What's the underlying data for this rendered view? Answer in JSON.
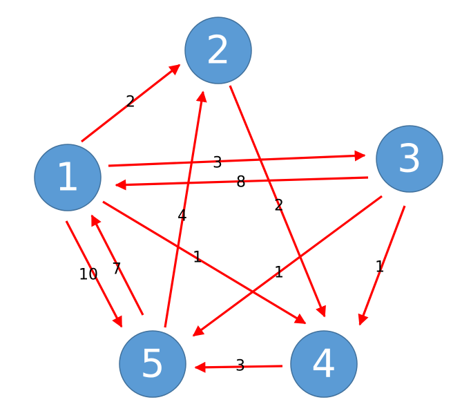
{
  "nodes": [
    {
      "id": "1",
      "label": "1"
    },
    {
      "id": "2",
      "label": "2"
    },
    {
      "id": "3",
      "label": "3"
    },
    {
      "id": "4",
      "label": "4"
    },
    {
      "id": "5",
      "label": "5"
    }
  ],
  "edges": [
    {
      "from": "1",
      "to": "2",
      "weight": "2"
    },
    {
      "from": "1",
      "to": "3",
      "weight": "3"
    },
    {
      "from": "3",
      "to": "1",
      "weight": "8"
    },
    {
      "from": "2",
      "to": "4",
      "weight": "2"
    },
    {
      "from": "5",
      "to": "2",
      "weight": "4"
    },
    {
      "from": "1",
      "to": "4",
      "weight": "1"
    },
    {
      "from": "3",
      "to": "5",
      "weight": "1"
    },
    {
      "from": "3",
      "to": "4",
      "weight": "1"
    },
    {
      "from": "1",
      "to": "5",
      "weight": "10"
    },
    {
      "from": "5",
      "to": "1",
      "weight": "7"
    },
    {
      "from": "4",
      "to": "5",
      "weight": "3"
    }
  ],
  "colors": {
    "node_fill": "#5b9bd5",
    "node_stroke": "#41719c",
    "edge": "#ff0000",
    "label": "#000000"
  }
}
